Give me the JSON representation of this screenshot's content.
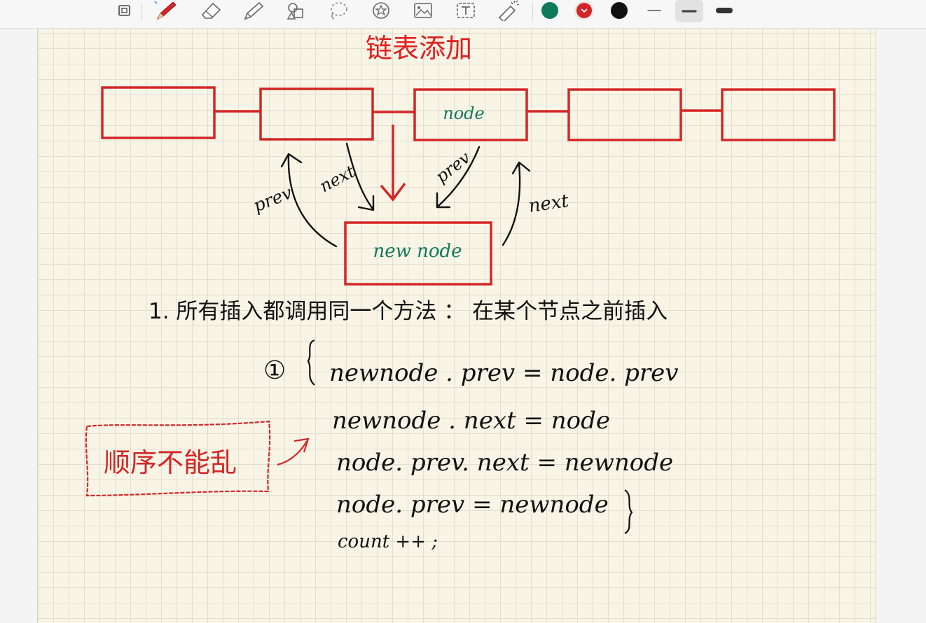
{
  "toolbar": {
    "tools": [
      {
        "name": "lasso-select",
        "icon": "lasso-select-icon"
      },
      {
        "name": "pen",
        "icon": "pen-icon"
      },
      {
        "name": "eraser",
        "icon": "eraser-icon"
      },
      {
        "name": "highlighter",
        "icon": "highlighter-icon"
      },
      {
        "name": "shapes",
        "icon": "shapes-icon"
      },
      {
        "name": "lasso",
        "icon": "lasso-icon"
      },
      {
        "name": "sticker",
        "icon": "sticker-icon"
      },
      {
        "name": "image",
        "icon": "image-icon"
      },
      {
        "name": "text",
        "icon": "text-icon"
      },
      {
        "name": "laser-pointer",
        "icon": "laser-pointer-icon"
      }
    ],
    "colors": [
      "#0f7a5a",
      "#d42626",
      "#111111"
    ],
    "selected_color": "#d42626",
    "stroke_widths": [
      "thin",
      "medium",
      "thick"
    ],
    "selected_stroke_width": "medium"
  },
  "note": {
    "title": "链表添加",
    "nodes": [
      "",
      "",
      "node",
      "",
      ""
    ],
    "new_node_label": "new node",
    "arrow_labels": {
      "prev_left": "prev",
      "next_left": "next",
      "prev_right": "prev",
      "next_right": "next"
    },
    "rule": "1. 所有插入都调用同一个方法  ：  在某个节点之前插入",
    "step_marker": "①",
    "code_lines": [
      "newnode . prev  =  node. prev",
      "newnode . next  =  node",
      "node. prev. next  =  newnode",
      "node. prev  =  newnode",
      "count ++ ;"
    ],
    "warning": "顺序不能乱"
  },
  "colors": {
    "red": "#d42626",
    "green": "#0f7a5a",
    "ink": "#111111"
  }
}
